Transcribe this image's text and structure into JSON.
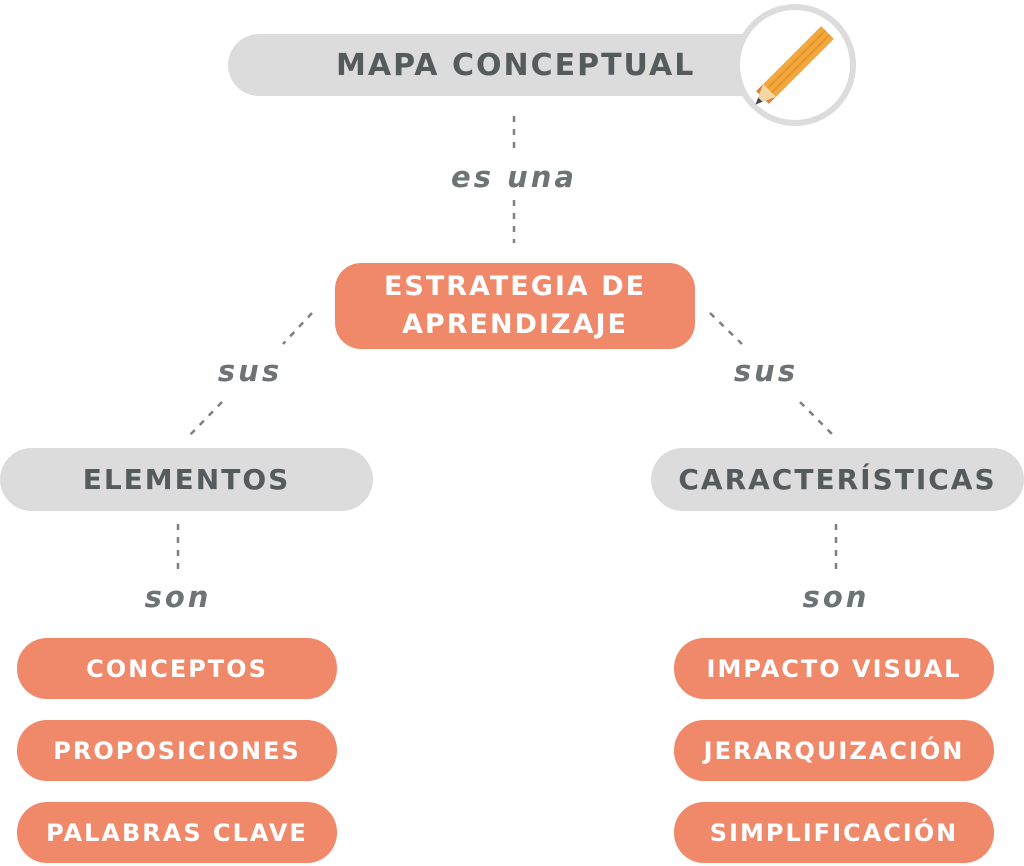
{
  "root": {
    "label": "MAPA CONCEPTUAL",
    "icon": "pencil-icon"
  },
  "root_relation": "es una",
  "strategy": {
    "line1": "ESTRATEGIA DE",
    "line2": "APRENDIZAJE"
  },
  "left_relation": "sus",
  "right_relation": "sus",
  "left_category": "ELEMENTOS",
  "right_category": "CARACTERÍSTICAS",
  "left_son": "son",
  "right_son": "son",
  "left_items": [
    "CONCEPTOS",
    "PROPOSICIONES",
    "PALABRAS CLAVE"
  ],
  "right_items": [
    "IMPACTO VISUAL",
    "JERARQUIZACIÓN",
    "SIMPLIFICACIÓN"
  ],
  "colors": {
    "gray_node": "#dcdcdd",
    "gray_text": "#555a5d",
    "orange_node": "#f0896a",
    "label_text": "#6e7376",
    "pencil_body": "#f2a93b",
    "pencil_tip": "#3c4a5a"
  }
}
